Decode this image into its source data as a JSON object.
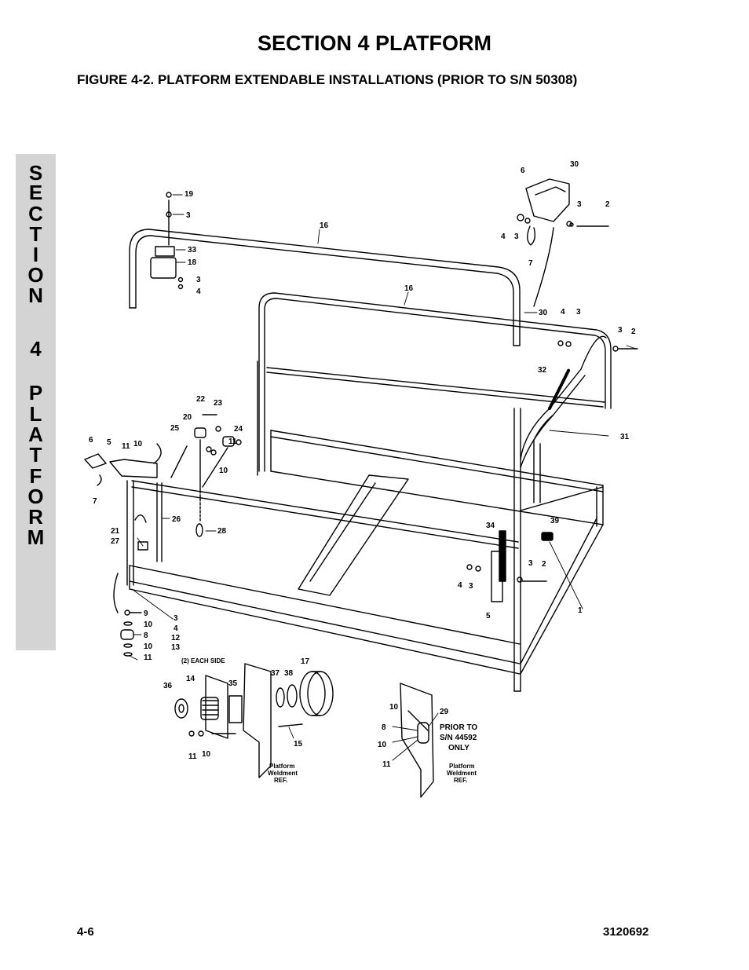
{
  "header": {
    "section_title": "SECTION 4  PLATFORM",
    "figure_title": "FIGURE 4-2.    PLATFORM EXTENDABLE INSTALLATIONS (PRIOR TO S/N 50308)"
  },
  "side_tab": {
    "letters": [
      "S",
      "E",
      "C",
      "T",
      "I",
      "O",
      "N",
      "",
      "4",
      "",
      "P",
      "L",
      "A",
      "T",
      "F",
      "O",
      "R",
      "M"
    ]
  },
  "drawing": {
    "callouts": [
      "19",
      "3",
      "16",
      "33",
      "18",
      "3",
      "4",
      "6",
      "30",
      "3",
      "2",
      "4",
      "3",
      "7",
      "16",
      "30",
      "4",
      "3",
      "3",
      "2",
      "32",
      "22",
      "23",
      "20",
      "25",
      "24",
      "11",
      "6",
      "5",
      "11",
      "10",
      "10",
      "7",
      "26",
      "21",
      "27",
      "28",
      "31",
      "34",
      "39",
      "3",
      "2",
      "4",
      "3",
      "5",
      "1",
      "9",
      "10",
      "8",
      "10",
      "11",
      "3",
      "4",
      "12",
      "13",
      "36",
      "14",
      "35",
      "37",
      "38",
      "17",
      "15",
      "11",
      "10",
      "10",
      "29",
      "8",
      "10",
      "11"
    ],
    "notes": {
      "each_side": "(2) EACH SIDE",
      "weldment_line1": "Platform",
      "weldment_line2": "Weldment",
      "weldment_line3": "REF.",
      "prior_line1": "PRIOR TO",
      "prior_line2": "S/N 44592",
      "prior_line3": "ONLY"
    }
  },
  "footer": {
    "page_number": "4-6",
    "document_number": "3120692"
  }
}
